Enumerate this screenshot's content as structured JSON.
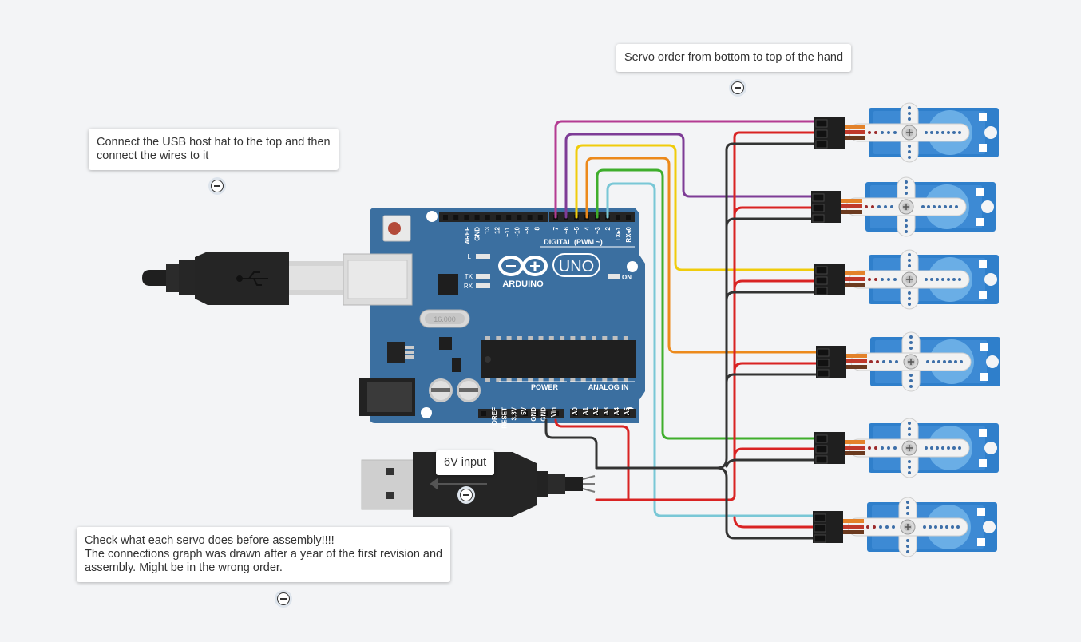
{
  "board": {
    "brand": "ARDUINO",
    "model": "UNO",
    "on_label": "ON",
    "digital_header": "DIGITAL (PWM ~)",
    "power_header": "POWER",
    "analog_header": "ANALOG IN",
    "left_digital_pins": [
      "AREF",
      "GND",
      "13",
      "12",
      "~11",
      "~10",
      "~9",
      "8"
    ],
    "right_digital_pins": [
      "7",
      "~6",
      "~5",
      "4",
      "~3",
      "2",
      "TX▸1",
      "RX◂0"
    ],
    "power_pins": [
      "IOREF",
      "RESET",
      "3.3V",
      "5V",
      "GND",
      "GND",
      "Vin"
    ],
    "analog_pins": [
      "A0",
      "A1",
      "A2",
      "A3",
      "A4",
      "A5"
    ],
    "led_labels": [
      "L",
      "TX",
      "RX"
    ],
    "crystal_text": "16.000"
  },
  "notes": {
    "servo_order": "Servo order from bottom to top of the hand",
    "usb_host": "Connect the USB host hat to the top and then\nconnect the wires to it",
    "input": "6V input",
    "warning": "Check what each servo does before assembly!!!!\nThe connections graph was drawn after a year of the first revision and\nassembly. Might be in the wrong order."
  },
  "colors": {
    "background": "#f3f4f6",
    "board": "#3b6fa0",
    "servo_body": "#2f7fcb",
    "wire_magenta": "#b43c93",
    "wire_purple": "#7e3c96",
    "wire_yellow": "#f0cc0c",
    "wire_orange": "#ec8a1c",
    "wire_green": "#3fae2c",
    "wire_cyan": "#79c7d6",
    "wire_red": "#d92323",
    "wire_black": "#333333"
  }
}
